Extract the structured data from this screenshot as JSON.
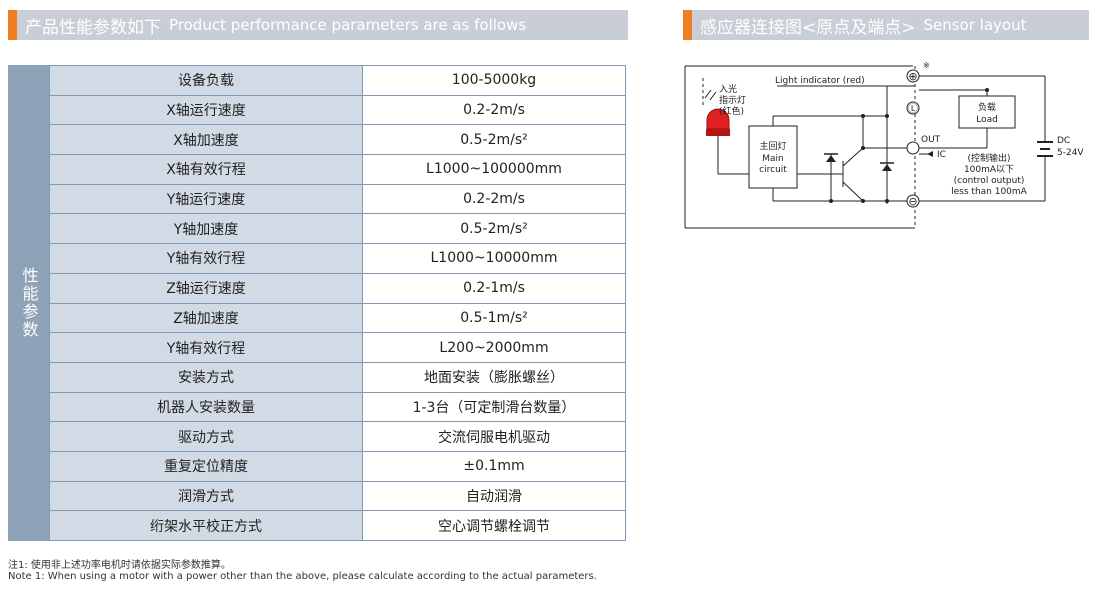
{
  "left_header": {
    "title_zh": "产品性能参数如下",
    "title_en": "Product performance parameters are as follows"
  },
  "right_header": {
    "title_zh": "感应器连接图<原点及端点>",
    "title_en": "Sensor layout"
  },
  "side_label": "性能参数",
  "params": [
    {
      "name": "设备负载",
      "value": "100-5000kg"
    },
    {
      "name": "X轴运行速度",
      "value": "0.2-2m/s"
    },
    {
      "name": "X轴加速度",
      "value": "0.5-2m/s²"
    },
    {
      "name": "X轴有效行程",
      "value": "L1000~100000mm"
    },
    {
      "name": "Y轴运行速度",
      "value": "0.2-2m/s"
    },
    {
      "name": "Y轴加速度",
      "value": "0.5-2m/s²"
    },
    {
      "name": "Y轴有效行程",
      "value": "L1000~10000mm"
    },
    {
      "name": "Z轴运行速度",
      "value": "0.2-1m/s"
    },
    {
      "name": "Z轴加速度",
      "value": "0.5-1m/s²"
    },
    {
      "name": "Y轴有效行程",
      "value": "L200~2000mm"
    },
    {
      "name": "安装方式",
      "value": "地面安装（膨胀螺丝）"
    },
    {
      "name": "机器人安装数量",
      "value": "1-3台（可定制滑台数量）"
    },
    {
      "name": "驱动方式",
      "value": "交流伺服电机驱动"
    },
    {
      "name": "重复定位精度",
      "value": "±0.1mm"
    },
    {
      "name": "润滑方式",
      "value": "自动润滑"
    },
    {
      "name": "绗架水平校正方式",
      "value": "空心调节螺栓调节"
    }
  ],
  "notes": {
    "zh": "注1: 使用非上述功率电机时请依据实际参数推算。",
    "en": "Note 1: When using a motor with a power other than the above, please calculate according to the actual parameters."
  },
  "diagram": {
    "light_indicator": "Light indicator (red)",
    "incident_light_zh_1": "入光",
    "incident_light_zh_2": "指示灯",
    "incident_light_zh_3": "(红色)",
    "main_circuit_zh": "主回灯",
    "main_circuit_en_1": "Main",
    "main_circuit_en_2": "circuit",
    "load_zh": "负载",
    "load_en": "Load",
    "out_label": "OUT",
    "ic_label": "IC",
    "control_output_1": "(控制输出)",
    "control_output_2": "100mA以下",
    "control_output_3": "(control output)",
    "control_output_4": "less than 100mA",
    "dc_label": "DC",
    "voltage_label": "5-24V",
    "terminal_plus": "⊕",
    "terminal_l": "Ⓛ",
    "terminal_minus": "⊖",
    "note_mark": "※",
    "accent_color": "#ef7d22",
    "header_color": "#c9ced6",
    "lamp_color": "#e02020"
  }
}
